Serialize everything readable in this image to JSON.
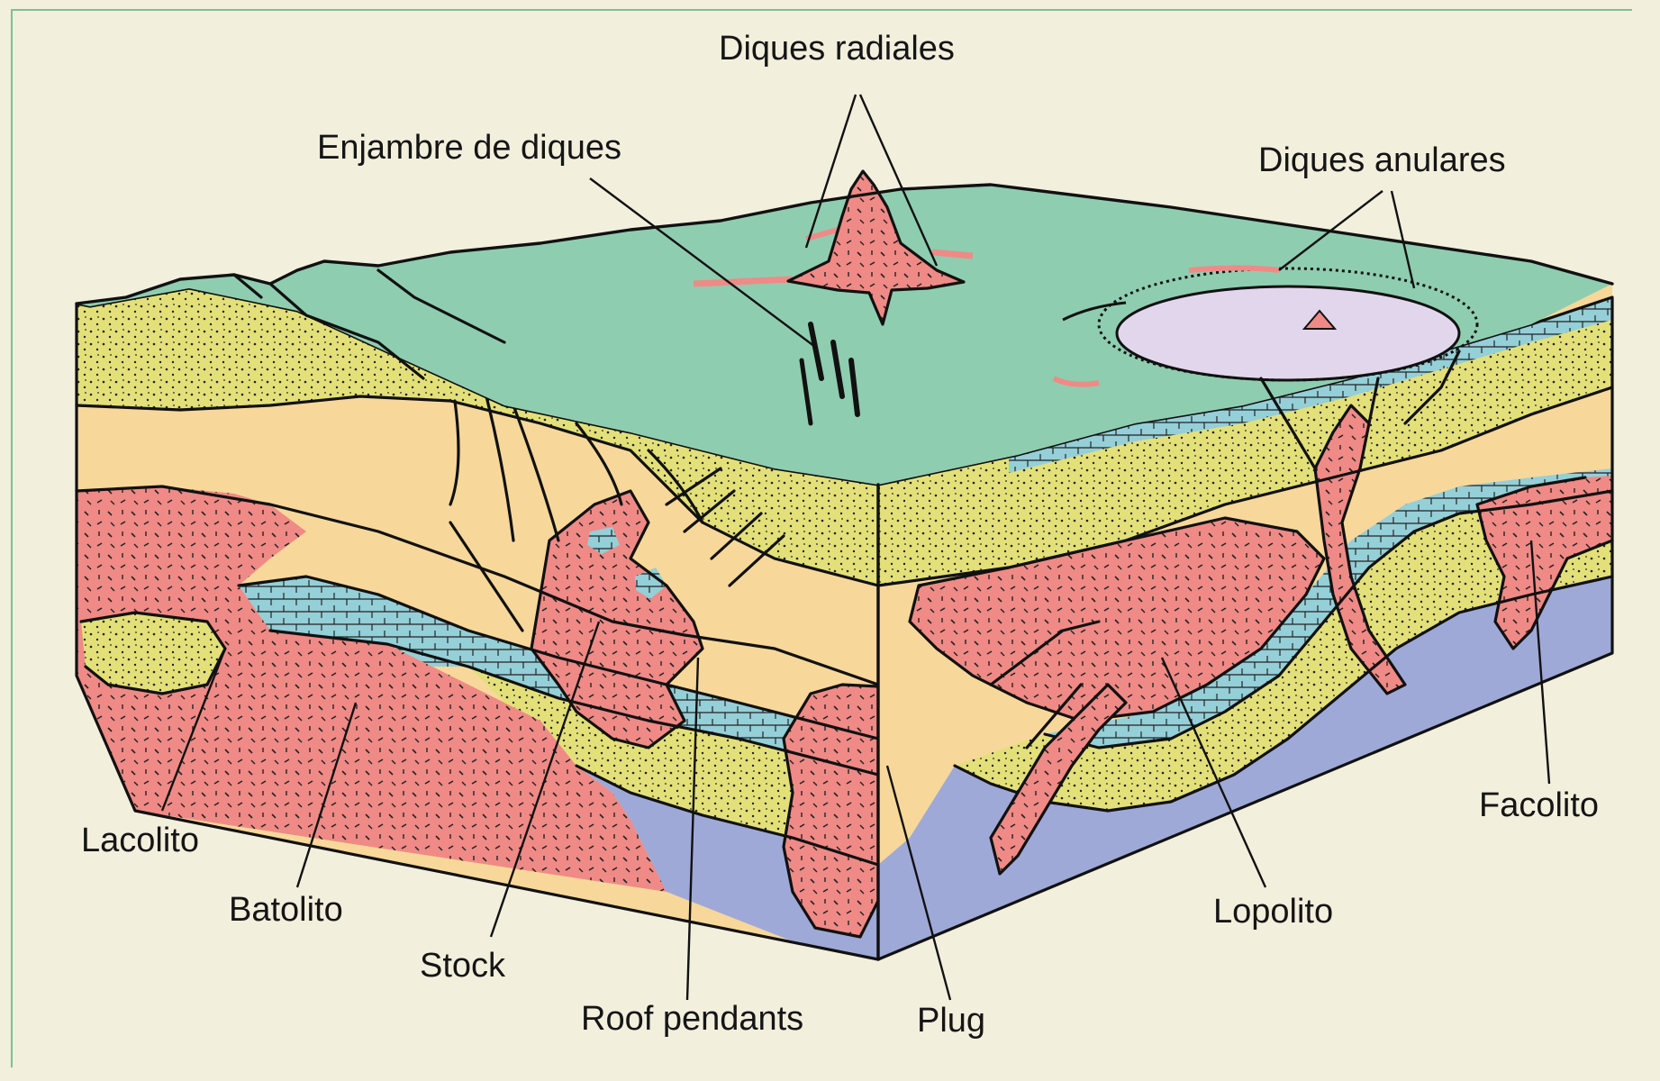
{
  "labels": {
    "diques_radiales": "Diques radiales",
    "enjambre_de_diques": "Enjambre de diques",
    "diques_anulares": "Diques anulares",
    "lacolito": "Lacolito",
    "batolito": "Batolito",
    "stock": "Stock",
    "roof_pendants": "Roof pendants",
    "plug": "Plug",
    "lopolito": "Lopolito",
    "facolito": "Facolito"
  },
  "colors": {
    "surface": "#8fcdb0",
    "igneous": "#ef8a86",
    "sandstone_yellow": "#e3e07a",
    "sand_beige": "#f7d89a",
    "limestone_blue": "#95cfd8",
    "basement": "#9fa9d8",
    "crater_floor": "#e2d6ec",
    "background": "#f2efdd"
  }
}
